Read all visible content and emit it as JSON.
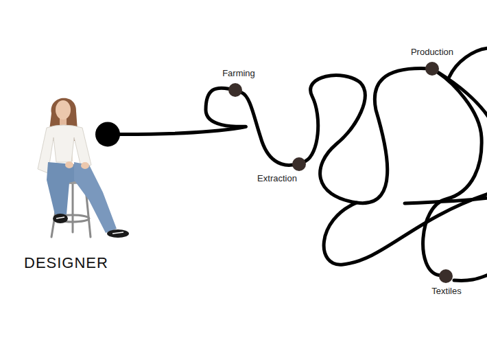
{
  "diagram": {
    "nodes": [
      {
        "text": [
          "DESIGNER"
        ]
      },
      {
        "text": [
          "Farming"
        ]
      },
      {
        "text": [
          "Extraction"
        ]
      },
      {
        "text": [
          "Production"
        ]
      },
      {
        "text": [
          "Textiles"
        ]
      }
    ],
    "edges": [
      {
        "from": 0,
        "to": 1,
        "arrow": "none"
      },
      {
        "from": 1,
        "to": 2,
        "arrow": "none"
      },
      {
        "from": 2,
        "to": 3,
        "arrow": "none"
      },
      {
        "from": 3,
        "to": 4,
        "arrow": "none"
      }
    ]
  }
}
